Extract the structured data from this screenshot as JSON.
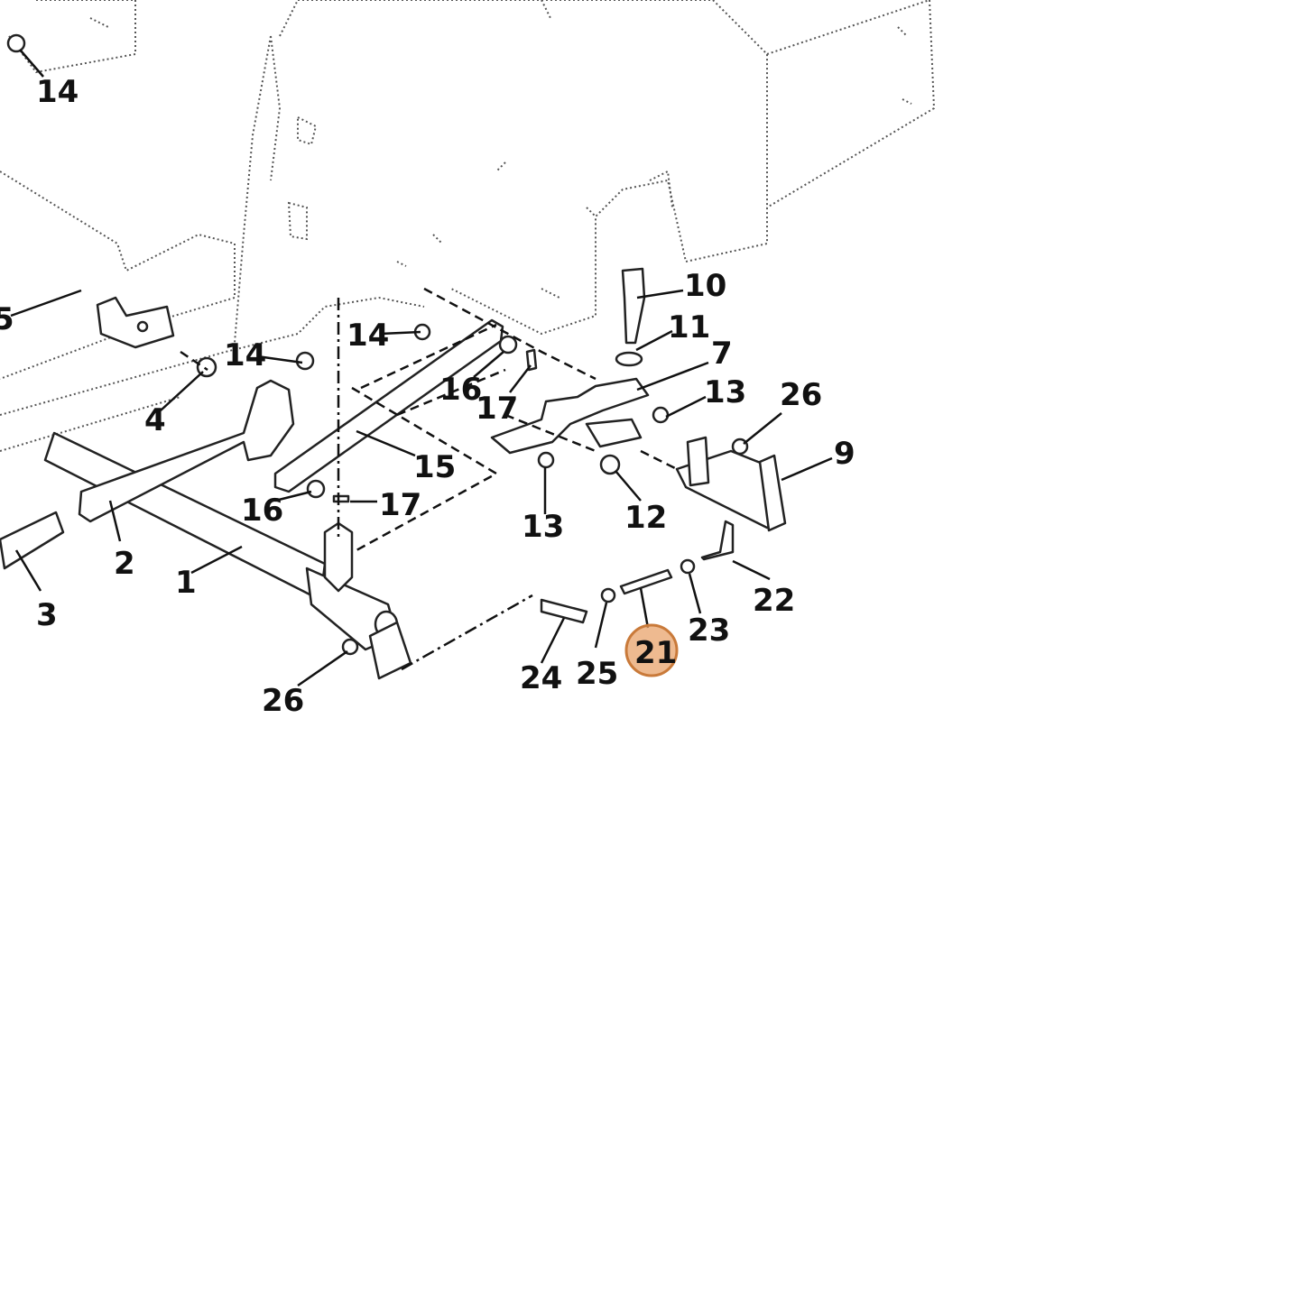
{
  "diagram": {
    "callouts": [
      {
        "key": "c14a",
        "text": "14"
      },
      {
        "key": "c5",
        "text": "5"
      },
      {
        "key": "c14b",
        "text": "14"
      },
      {
        "key": "c14c",
        "text": "14"
      },
      {
        "key": "c4",
        "text": "4"
      },
      {
        "key": "c16a",
        "text": "16"
      },
      {
        "key": "c17a",
        "text": "17"
      },
      {
        "key": "c15",
        "text": "15"
      },
      {
        "key": "c16b",
        "text": "16"
      },
      {
        "key": "c17b",
        "text": "17"
      },
      {
        "key": "c2",
        "text": "2"
      },
      {
        "key": "c3",
        "text": "3"
      },
      {
        "key": "c1",
        "text": "1"
      },
      {
        "key": "c26a",
        "text": "26"
      },
      {
        "key": "c10",
        "text": "10"
      },
      {
        "key": "c11",
        "text": "11"
      },
      {
        "key": "c7",
        "text": "7"
      },
      {
        "key": "c13a",
        "text": "13"
      },
      {
        "key": "c26b",
        "text": "26"
      },
      {
        "key": "c9",
        "text": "9"
      },
      {
        "key": "c13b",
        "text": "13"
      },
      {
        "key": "c12",
        "text": "12"
      },
      {
        "key": "c22",
        "text": "22"
      },
      {
        "key": "c23",
        "text": "23"
      },
      {
        "key": "c24",
        "text": "24"
      },
      {
        "key": "c25",
        "text": "25"
      }
    ],
    "highlighted": {
      "text": "21",
      "color": "#e8a36b",
      "ring_color": "#c97a3a"
    }
  }
}
